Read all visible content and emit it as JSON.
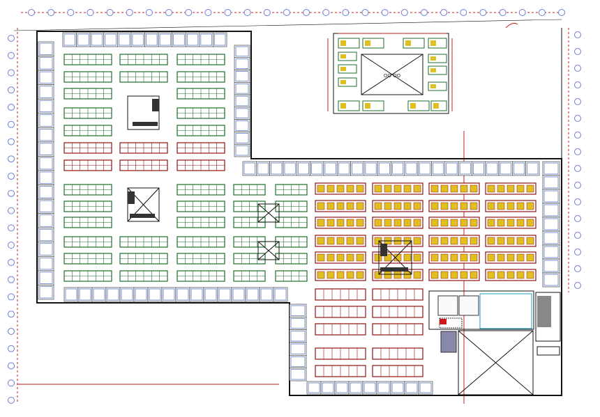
{
  "drawing": {
    "type": "architectural-floor-plan",
    "colors": {
      "background": "#ffffff",
      "wall": "#111111",
      "grid_dim": "#c81e1e",
      "bubble": "#6b7bd6",
      "shelf_green": "#1f6e2a",
      "shelf_blue": "#2a4fb0",
      "shelf_red": "#8f1010",
      "accent_yellow": "#e0c020",
      "accent_red": "#d01818",
      "accent_cyan": "#1aa0c8"
    },
    "grid_bubble_count_top": 28,
    "grid_bubble_count_left": 22,
    "grid_bubble_count_right": 16,
    "insert": {
      "caption": "OO OO"
    },
    "zones": [
      {
        "name": "stockroom-blue-shelving"
      },
      {
        "name": "stockroom-red-shelving"
      },
      {
        "name": "showroom-display-tables"
      },
      {
        "name": "storage-racks"
      },
      {
        "name": "service-area"
      },
      {
        "name": "atrium-void"
      }
    ]
  }
}
